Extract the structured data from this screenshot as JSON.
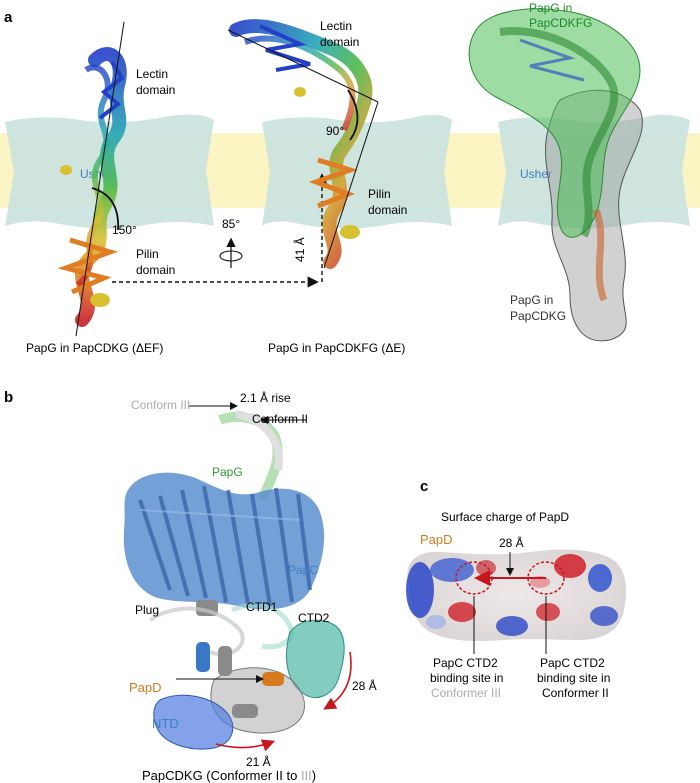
{
  "panel_a": {
    "label": "a",
    "lectin_1": "Lectin",
    "lectin_2": "domain",
    "usher": "Usher",
    "angle_150": "150°",
    "angle_90": "90°",
    "rotation": "85°",
    "rise": "41 Å",
    "pilin_left_1": "Pilin",
    "pilin_left_2": "domain",
    "pilin_mid_1": "Pilin",
    "pilin_mid_2": "domain",
    "caption_left": "PapG in PapCDKG (ΔEF)",
    "caption_mid": "PapG in PapCDKFG (ΔE)",
    "green_label_1": "PapG in",
    "green_label_2": "PapCDKFG",
    "gray_label_1": "PapG in",
    "gray_label_2": "PapCDKG"
  },
  "panel_b": {
    "label": "b",
    "conform3": "Conform III",
    "conform2": "Conform II",
    "rise": "2.1 Å rise",
    "papg": "PapG",
    "papc": "PapC",
    "plug": "Plug",
    "ctd1": "CTD1",
    "ctd2": "CTD2",
    "papd": "PapD",
    "ntd": "NTD",
    "dist28": "28 Å",
    "dist21": "21 Å",
    "caption_main": "PapCDKG (Conformer II to ",
    "caption_iii": "III",
    "caption_end": ")"
  },
  "panel_c": {
    "label": "c",
    "title": "Surface charge of PapD",
    "dist": "28 Å",
    "papd": "PapD",
    "left_1": "PapC CTD2",
    "left_2": "binding site in",
    "left_3": "Conformer III",
    "right_1": "PapC CTD2",
    "right_2": "binding site in",
    "right_3": "Conformer II"
  },
  "colors": {
    "usher_yellow": "#fbf5c4",
    "usher_teal": "#c9e2df",
    "green": "#1c8a2c",
    "blue": "#3f7fc1",
    "orange": "#d57a1e",
    "arrow_red": "#c8161d",
    "teal_blob": "#4fb7a5"
  }
}
